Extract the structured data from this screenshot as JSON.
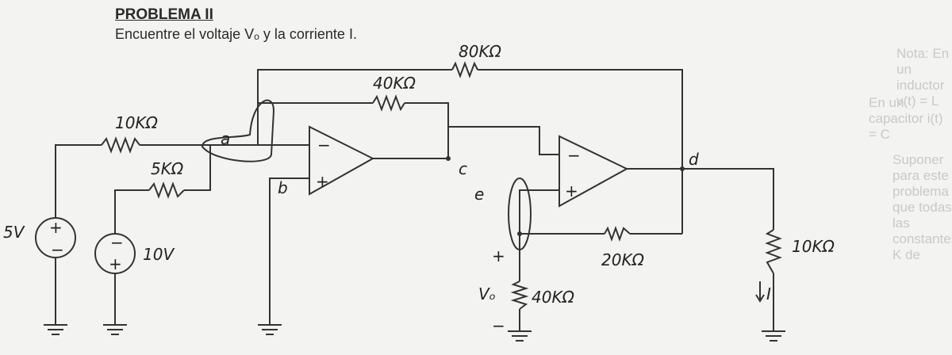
{
  "header": {
    "title": "PROBLEMA II",
    "subtitle": "Encuentre el voltaje  Vₒ y la corriente I."
  },
  "notes": {
    "inductor": "Nota: En un inductor  v(t) = L",
    "capacitor": "En un capacitor  i(t) = C",
    "assume": "Suponer para este problema que todas las constantes K de"
  },
  "diagram": {
    "resistors": {
      "r80": "80KΩ",
      "r40a": "40KΩ",
      "r10a": "10KΩ",
      "r5": "5KΩ",
      "r20": "20KΩ",
      "r40b": "40KΩ",
      "r10b": "10KΩ"
    },
    "sources": {
      "v5": "5V",
      "v10": "10V"
    },
    "nodes": {
      "a": "a",
      "b": "b",
      "c": "c",
      "d": "d",
      "e": "e"
    },
    "vo": "Vₒ",
    "current": "I",
    "plus": "+",
    "minus": "−"
  }
}
